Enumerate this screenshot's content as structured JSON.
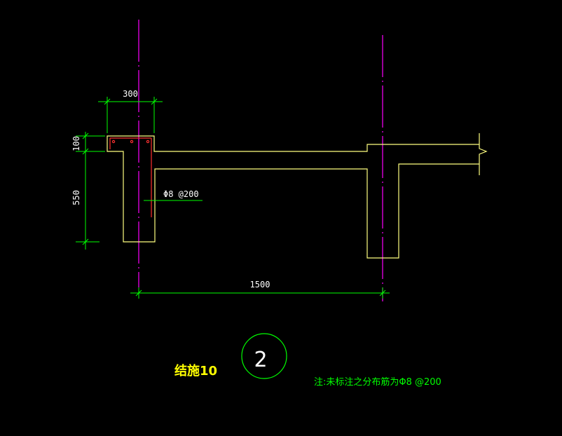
{
  "drawing": {
    "dimensions": {
      "width_top": "300",
      "height_top": "100",
      "height_mid": "550",
      "span": "1500"
    },
    "rebar_label": "Φ8 @200",
    "detail_number": "2",
    "sheet_label": "结施10",
    "note": "注:未标注之分布筋为Φ8 @200"
  },
  "colors": {
    "background": "#000000",
    "outline": "#ffff80",
    "dimension": "#00ff00",
    "axis": "#ff00ff",
    "rebar": "#ff3030",
    "text": "#ffffff",
    "title": "#ffff00"
  }
}
